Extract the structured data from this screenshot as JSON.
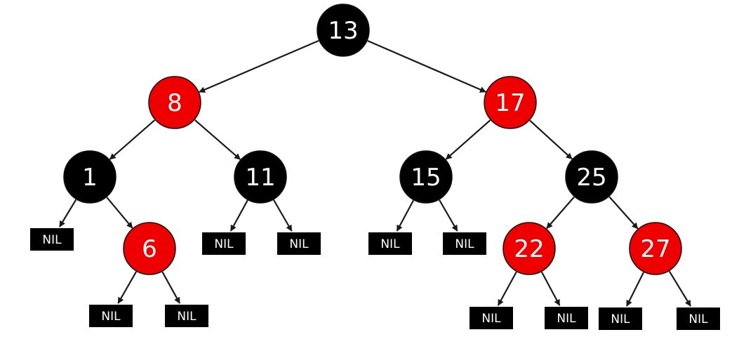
{
  "colors": {
    "black_node": "#000000",
    "red_node": "#ee0000",
    "edge": "#1a1a1a",
    "text": "#ffffff"
  },
  "nodes": [
    {
      "id": "n13",
      "label": "13",
      "color": "black"
    },
    {
      "id": "n8",
      "label": "8",
      "color": "red"
    },
    {
      "id": "n17",
      "label": "17",
      "color": "red"
    },
    {
      "id": "n1",
      "label": "1",
      "color": "black"
    },
    {
      "id": "n11",
      "label": "11",
      "color": "black"
    },
    {
      "id": "n15",
      "label": "15",
      "color": "black"
    },
    {
      "id": "n25",
      "label": "25",
      "color": "black"
    },
    {
      "id": "n6",
      "label": "6",
      "color": "red"
    },
    {
      "id": "n22",
      "label": "22",
      "color": "red"
    },
    {
      "id": "n27",
      "label": "27",
      "color": "red"
    }
  ],
  "nil_label": "NIL"
}
